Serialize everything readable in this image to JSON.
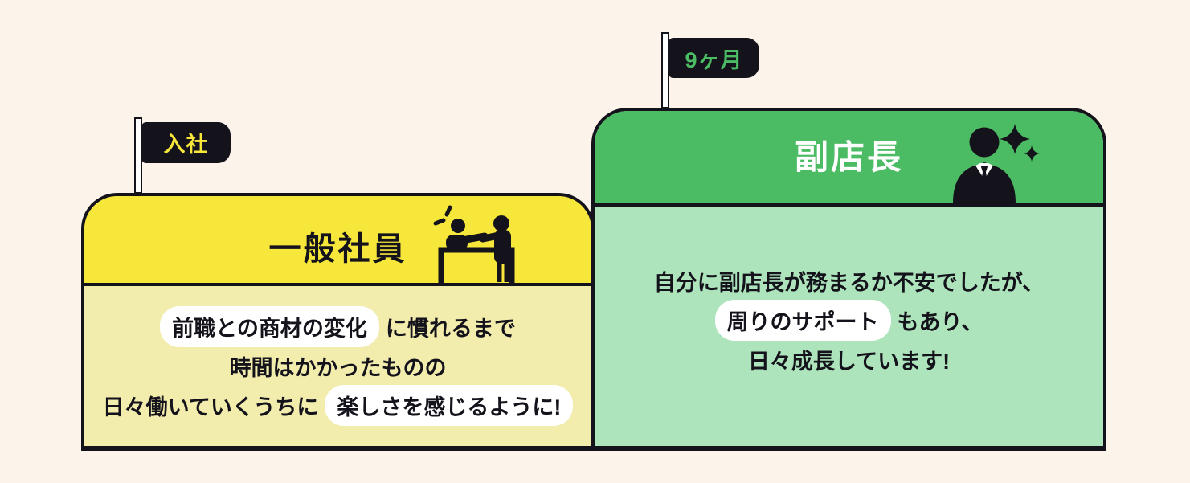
{
  "colors": {
    "background": "#FCF3EB",
    "ink": "#14121A",
    "highlight_pill": "#FFFFFF",
    "step1_header": "#F6E73A",
    "step1_body": "#F2ECAD",
    "step2_header": "#4BBC63",
    "step2_body": "#ADE4BC"
  },
  "steps": [
    {
      "flag": {
        "label": "入社"
      },
      "flag_text_color": "#F6E73A",
      "title": "一般社員",
      "title_color": "#14121A",
      "header_color": "#F6E73A",
      "body_color": "#F2ECAD",
      "icon": "handshake-desk-icon",
      "body_lines": [
        {
          "segments": [
            {
              "text": "前職との商材の変化",
              "highlight": true
            },
            {
              "text": "に慣れるまで",
              "highlight": false
            }
          ]
        },
        {
          "segments": [
            {
              "text": "時間はかかったものの",
              "highlight": false
            }
          ]
        },
        {
          "segments": [
            {
              "text": "日々働いていくうちに",
              "highlight": false
            },
            {
              "text": "楽しさを感じるように!",
              "highlight": true
            }
          ]
        }
      ]
    },
    {
      "flag": {
        "label": "9ヶ月"
      },
      "flag_text_color": "#4BBC63",
      "title": "副店長",
      "title_color": "#FFFFFF",
      "header_color": "#4BBC63",
      "body_color": "#ADE4BC",
      "icon": "businessman-sparkles-icon",
      "body_lines": [
        {
          "segments": [
            {
              "text": "自分に副店長が務まるか不安でしたが、",
              "highlight": false
            }
          ]
        },
        {
          "segments": [
            {
              "text": "周りのサポート",
              "highlight": true
            },
            {
              "text": "もあり、",
              "highlight": false
            }
          ]
        },
        {
          "segments": [
            {
              "text": "日々成長しています!",
              "highlight": false
            }
          ]
        }
      ]
    }
  ]
}
